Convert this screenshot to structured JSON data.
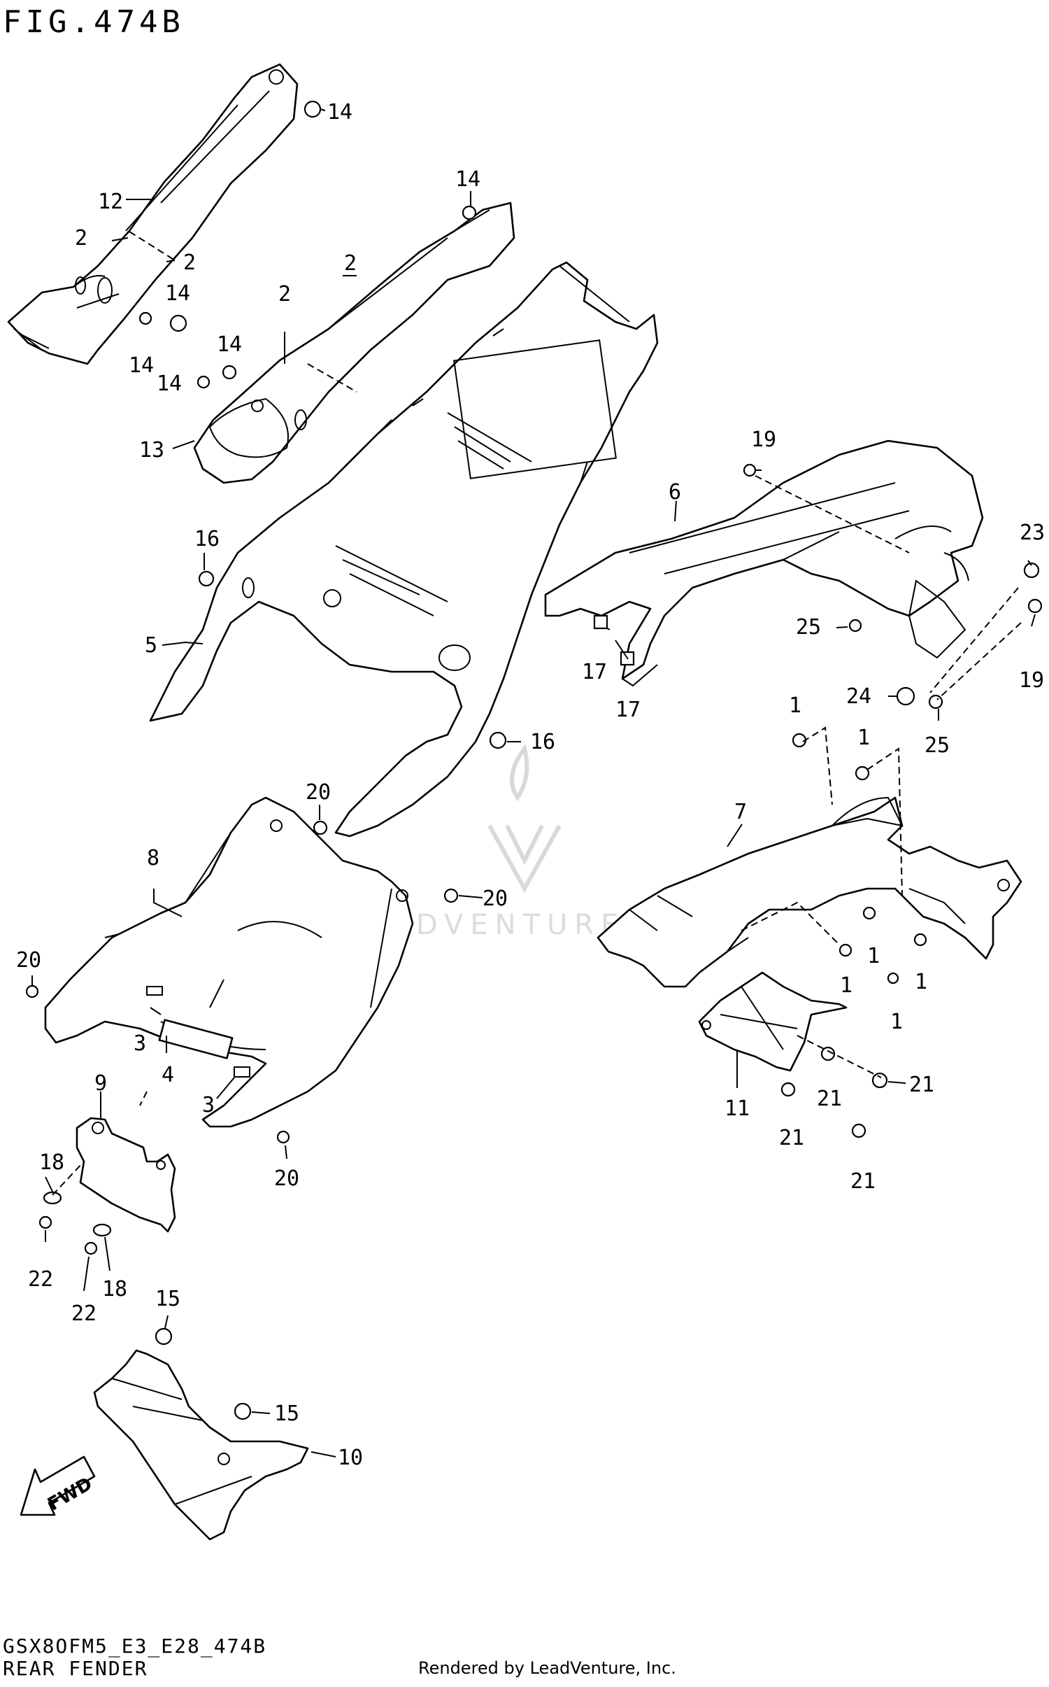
{
  "figure": {
    "title": "FIG.474B",
    "code": "GSX8OFM5_E3_E28_474B",
    "name": "REAR FENDER",
    "credit": "Rendered by LeadVenture, Inc.",
    "fwd_label": "FWD",
    "watermark": "LEADVENTURE"
  },
  "callouts": {
    "c14a": "14",
    "c12": "12",
    "c2a": "2",
    "c2b": "2",
    "c14b": "14",
    "c14c": "14",
    "c14d": "14",
    "c14e": "14",
    "c14f": "14",
    "c2c": "2",
    "c2d": "2",
    "c13": "13",
    "c19a": "19",
    "c6": "6",
    "c23": "23",
    "c16a": "16",
    "c25a": "25",
    "c5": "5",
    "c17a": "17",
    "c17b": "17",
    "c19b": "19",
    "c1a": "1",
    "c24": "24",
    "c1b": "1",
    "c25b": "25",
    "c16b": "16",
    "c20a": "20",
    "c7": "7",
    "c8": "8",
    "c20b": "20",
    "c20c": "20",
    "c1c": "1",
    "c1d": "1",
    "c1e": "1",
    "c1f": "1",
    "c3a": "3",
    "c4": "4",
    "c3b": "3",
    "c11": "11",
    "c21a": "21",
    "c21b": "21",
    "c9": "9",
    "c20d": "20",
    "c21c": "21",
    "c21d": "21",
    "c18a": "18",
    "c22a": "22",
    "c18b": "18",
    "c22b": "22",
    "c15a": "15",
    "c15b": "15",
    "c10": "10"
  },
  "colors": {
    "line": "#000000",
    "background": "#ffffff",
    "watermark": "#d9d9d9"
  }
}
